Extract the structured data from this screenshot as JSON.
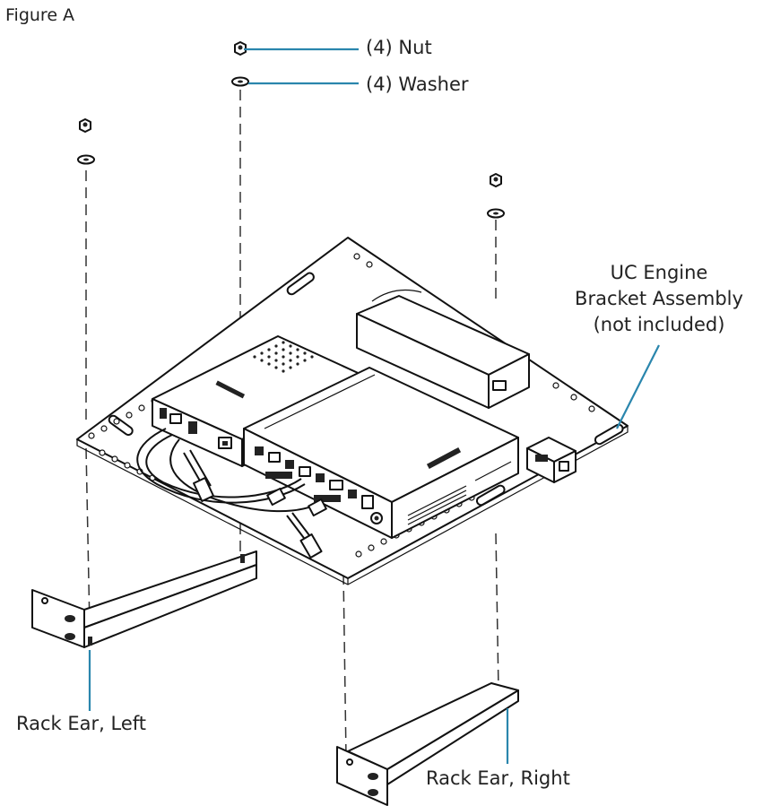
{
  "figure": {
    "title": "Figure A"
  },
  "callouts": {
    "nut": "(4) Nut",
    "washer": "(4) Washer",
    "bracket_line1": "UC Engine",
    "bracket_line2": "Bracket Assembly",
    "bracket_line3": "(not included)",
    "rack_ear_left": "Rack Ear, Left",
    "rack_ear_right": "Rack Ear, Right"
  },
  "colors": {
    "leader_line": "#2a86ad",
    "outline": "#111111",
    "background": "#ffffff"
  }
}
